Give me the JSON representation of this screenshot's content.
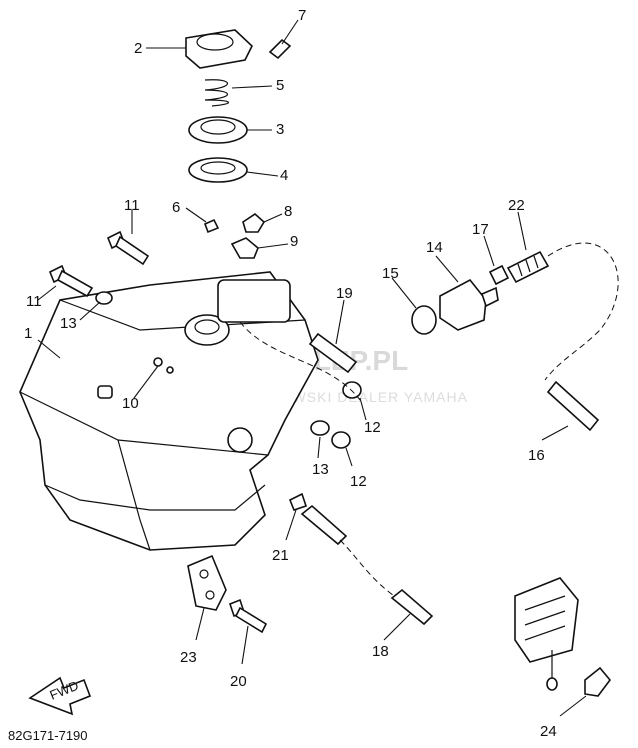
{
  "diagram": {
    "code": "82G171-7190",
    "fwd_label": "FWD",
    "watermark": {
      "title": "YAMASKLEP.PL",
      "subtitle": "WOJCIECHOWSKI DEALER YAMAHA"
    },
    "callouts": [
      "1",
      "2",
      "3",
      "4",
      "5",
      "6",
      "7",
      "8",
      "9",
      "10",
      "11",
      "11",
      "12",
      "12",
      "13",
      "13",
      "14",
      "15",
      "16",
      "17",
      "18",
      "19",
      "20",
      "21",
      "22",
      "23",
      "24"
    ]
  }
}
